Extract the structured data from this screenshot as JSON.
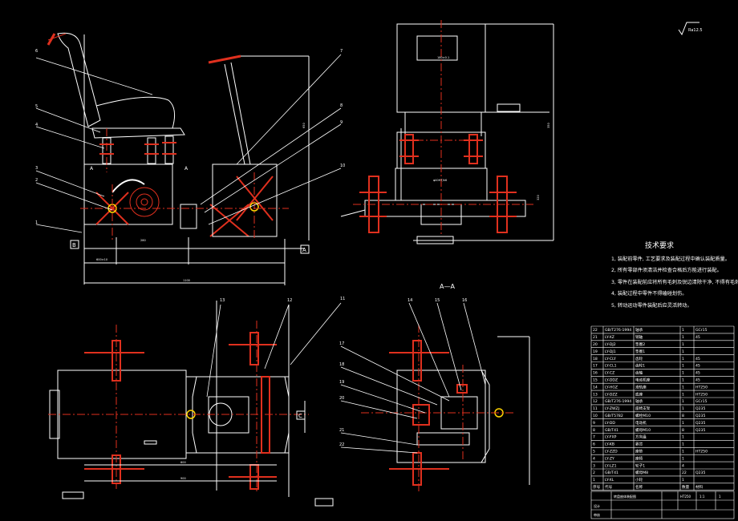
{
  "drawing": {
    "roughness": "Ra12.5",
    "section_label": "A—A",
    "datum_a": "A",
    "datum_b": "B",
    "datum_c": "C",
    "title_text": "转盘座体装配图",
    "material": "HT250"
  },
  "requirements": {
    "title": "技术要求",
    "items": [
      "1, 装配前零件, 工艺要求及装配过程中确认装配质量。",
      "2, 所有零部件须清洁并检查合格后方能进行装配。",
      "3, 零件在装配前应将所有毛刺及锐边清除干净, 不得有毛刺。",
      "4, 装配过程中零件不得磕碰划伤。",
      "5, 转动运动零件装配后应灵活转动。"
    ]
  },
  "callouts": [
    "1",
    "2",
    "3",
    "4",
    "5",
    "6",
    "7",
    "8",
    "9",
    "10",
    "11",
    "12",
    "13",
    "14",
    "15",
    "16",
    "17",
    "18",
    "19",
    "20",
    "21",
    "22"
  ],
  "bom": {
    "rows": [
      {
        "no": "22",
        "code": "GB/T276-1994",
        "name": "轴承",
        "qty": "1",
        "mat": "GCr15"
      },
      {
        "no": "21",
        "code": "LY-XZ",
        "name": "销轴",
        "qty": "1",
        "mat": "45"
      },
      {
        "no": "20",
        "code": "LY-DJ2",
        "name": "垫圈2",
        "qty": "1",
        "mat": ""
      },
      {
        "no": "19",
        "code": "LY-DJ1",
        "name": "垫圈1",
        "qty": "1",
        "mat": ""
      },
      {
        "no": "18",
        "code": "LY-CLY",
        "name": "齿轮",
        "qty": "1",
        "mat": "45"
      },
      {
        "no": "17",
        "code": "LY-CL1",
        "name": "齿轮1",
        "qty": "1",
        "mat": "45"
      },
      {
        "no": "16",
        "code": "LY-CZ",
        "name": "齿轴",
        "qty": "1",
        "mat": "45"
      },
      {
        "no": "15",
        "code": "LY-DDZ",
        "name": "电动机座",
        "qty": "1",
        "mat": "45"
      },
      {
        "no": "14",
        "code": "LY-HGZ",
        "name": "滑轨座",
        "qty": "1",
        "mat": "HT250"
      },
      {
        "no": "13",
        "code": "LY-DZZ",
        "name": "底座",
        "qty": "1",
        "mat": "HT250"
      },
      {
        "no": "12",
        "code": "GB/T276-1994",
        "name": "轴承",
        "qty": "1",
        "mat": "GCr15"
      },
      {
        "no": "11",
        "code": "LY-ZWZJ",
        "name": "座椅支架",
        "qty": "1",
        "mat": "Q235"
      },
      {
        "no": "10",
        "code": "GB/T5782",
        "name": "螺栓M10",
        "qty": "8",
        "mat": "Q235"
      },
      {
        "no": "9",
        "code": "LY-DD",
        "name": "电动机",
        "qty": "1",
        "mat": "Q235"
      },
      {
        "no": "8",
        "code": "GB/T41",
        "name": "螺母M10",
        "qty": "8",
        "mat": "Q235"
      },
      {
        "no": "7",
        "code": "LY-FXP",
        "name": "方向盘",
        "qty": "1",
        "mat": ""
      },
      {
        "no": "6",
        "code": "LY-KB",
        "name": "靠背",
        "qty": "1",
        "mat": ""
      },
      {
        "no": "5",
        "code": "LY-ZZD",
        "name": "座垫",
        "qty": "1",
        "mat": "HT250"
      },
      {
        "no": "4",
        "code": "LY-ZY",
        "name": "座椅",
        "qty": "1",
        "mat": ""
      },
      {
        "no": "3",
        "code": "LY-LZ1",
        "name": "轮子1",
        "qty": "4",
        "mat": ""
      },
      {
        "no": "2",
        "code": "GB/T41",
        "name": "螺母M8",
        "qty": "22",
        "mat": "Q235"
      },
      {
        "no": "1",
        "code": "LY-XL",
        "name": "小轮",
        "qty": "1",
        "mat": ""
      }
    ],
    "header": {
      "no": "序号",
      "code": "代号",
      "name": "名称",
      "qty": "数量",
      "mat": "材料"
    },
    "title_block": {
      "scale": "1:1",
      "sheet": "1",
      "designer": "设计",
      "checker": "审核"
    }
  }
}
